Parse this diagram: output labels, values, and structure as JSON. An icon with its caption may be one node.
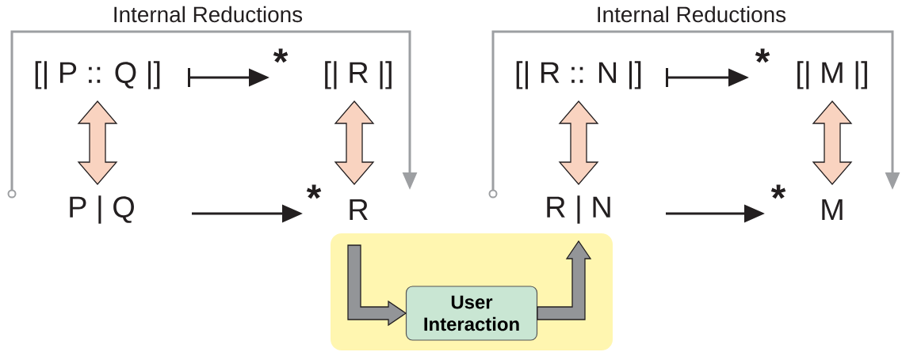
{
  "diagram": {
    "nodes": [
      {
        "text": [
          "[| P :: Q |]"
        ]
      },
      {
        "text": [
          "[| R |]"
        ]
      },
      {
        "text": [
          "P | Q"
        ]
      },
      {
        "text": [
          "R"
        ]
      },
      {
        "text": [
          "[| R :: N |]"
        ]
      },
      {
        "text": [
          "[| M |]"
        ]
      },
      {
        "text": [
          "R | N"
        ]
      },
      {
        "text": [
          "M"
        ]
      },
      {
        "text": [],
        "shape": "box"
      },
      {
        "text": [
          "User Interaction"
        ],
        "in": 8
      },
      {
        "text": [],
        "shape": "circle"
      },
      {
        "text": [],
        "shape": "circle"
      }
    ],
    "edges": [
      {
        "from": 0,
        "to": 1,
        "arrow": "to",
        "label": "*"
      },
      {
        "from": 2,
        "to": 3,
        "arrow": "to",
        "label": "*"
      },
      {
        "from": 0,
        "to": 2,
        "arrow": "both",
        "style": "thick",
        "color": "#f9d3c0"
      },
      {
        "from": 1,
        "to": 3,
        "arrow": "both",
        "style": "thick",
        "color": "#f9d3c0"
      },
      {
        "from": 10,
        "to": 3,
        "arrow": "to",
        "color": "#9d9fa2",
        "label": "Internal Reductions"
      },
      {
        "from": 4,
        "to": 5,
        "arrow": "to",
        "label": "*"
      },
      {
        "from": 6,
        "to": 7,
        "arrow": "to",
        "label": "*"
      },
      {
        "from": 4,
        "to": 6,
        "arrow": "both",
        "style": "thick",
        "color": "#f9d3c0"
      },
      {
        "from": 5,
        "to": 7,
        "arrow": "both",
        "style": "thick",
        "color": "#f9d3c0"
      },
      {
        "from": 11,
        "to": 7,
        "arrow": "to",
        "color": "#9d9fa2",
        "label": "Internal Reductions"
      },
      {
        "from": 3,
        "to": 9,
        "arrow": "to",
        "style": "thick",
        "color": "#939598"
      },
      {
        "from": 9,
        "to": 6,
        "arrow": "to",
        "style": "thick",
        "color": "#939598"
      }
    ]
  }
}
